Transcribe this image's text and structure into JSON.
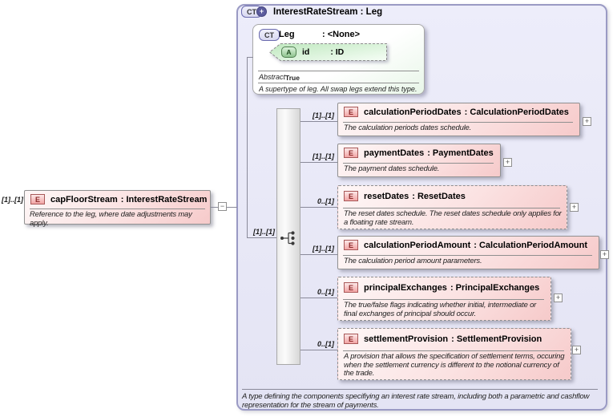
{
  "colors": {
    "container_fill": "#e8e8f7",
    "container_border": "#9a9ac4",
    "element_fill": "#f9d7d7",
    "element_badge_border": "#a85858",
    "attribute_fill": "#c9ecc9",
    "connector": "#8a8a9a"
  },
  "glyphs": {
    "expand": "+",
    "collapse": "−"
  },
  "header": {
    "badge": "CT",
    "title": "InterestRateStream : Leg"
  },
  "base_type": {
    "badge": "CT",
    "name": "Leg",
    "type": ": <None>",
    "attribute": {
      "badge": "A",
      "name": "id",
      "type": ": ID"
    },
    "abstract_label": "Abstract",
    "abstract_value": "True",
    "description": "A supertype of leg. All swap legs extend this type."
  },
  "parent": {
    "cardinality": "[1]..[1]",
    "badge": "E",
    "name": "capFloorStream",
    "type": ": InterestRateStream",
    "description": "Reference to the leg, where date adjustments may apply."
  },
  "sequence": {
    "cardinality": "[1]..[1]"
  },
  "children": [
    {
      "cardinality": "[1]..[1]",
      "badge": "E",
      "name": "calculationPeriodDates",
      "type": ": CalculationPeriodDates",
      "description": "The calculation periods dates schedule."
    },
    {
      "cardinality": "[1]..[1]",
      "badge": "E",
      "name": "paymentDates",
      "type": ": PaymentDates",
      "description": "The payment dates schedule."
    },
    {
      "cardinality": "0..[1]",
      "badge": "E",
      "name": "resetDates",
      "type": ": ResetDates",
      "description": "The reset dates schedule. The reset dates schedule only applies for a floating rate stream."
    },
    {
      "cardinality": "[1]..[1]",
      "badge": "E",
      "name": "calculationPeriodAmount",
      "type": ": CalculationPeriodAmount",
      "description": "The calculation period amount parameters."
    },
    {
      "cardinality": "0..[1]",
      "badge": "E",
      "name": "principalExchanges",
      "type": ": PrincipalExchanges",
      "description": "The true/false flags indicating whether initial, intermediate or final exchanges of principal should occur."
    },
    {
      "cardinality": "0..[1]",
      "badge": "E",
      "name": "settlementProvision",
      "type": ": SettlementProvision",
      "description": "A provision that allows the specification of settlement terms, occuring when the settlement currency is different to the notional currency of the trade."
    }
  ],
  "footer": "A type defining the components specifiying an interest rate stream, including both a parametric and cashflow representation for the stream of payments."
}
